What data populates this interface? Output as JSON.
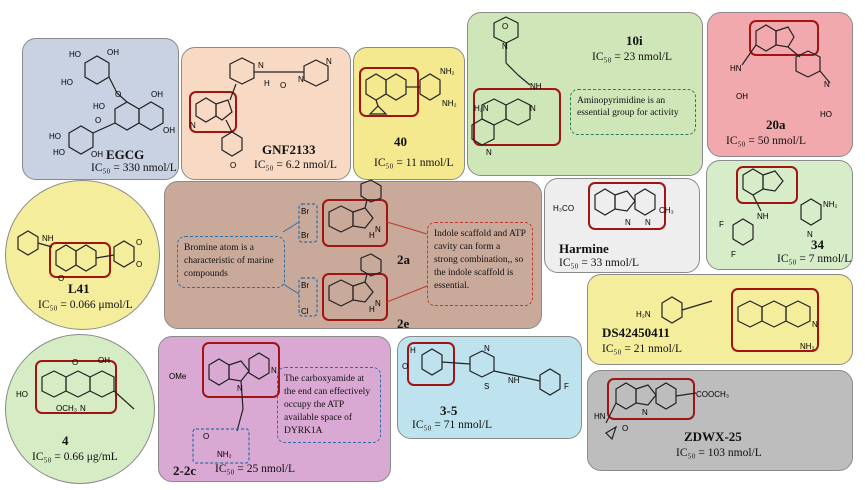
{
  "compounds": {
    "egcg": {
      "name": "EGCG",
      "ic50": "IC₅₀ = 330 nmol/L",
      "color": "#c8d2e3"
    },
    "gnf2133": {
      "name": "GNF2133",
      "ic50": "IC₅₀ = 6.2 nmol/L",
      "color": "#f7d9c4"
    },
    "c40": {
      "name": "40",
      "ic50": "IC₅₀ = 11 nmol/L",
      "color": "#f4e98f"
    },
    "i10": {
      "name": "10i",
      "ic50": "IC₅₀ = 23 nmol/L",
      "color": "#cfe6b8",
      "note": "Aminopyrimidine is an essential group for activity"
    },
    "a20": {
      "name": "20a",
      "ic50": "IC₅₀ = 50 nmol/L",
      "color": "#f2a9ae"
    },
    "l41": {
      "name": "L41",
      "ic50": "IC₅₀ = 0.066 μmol/L",
      "color": "#f4ee9c"
    },
    "bromo": {
      "label_2a": "2a",
      "label_2e": "2e",
      "color": "#c9a99a",
      "note_left": "Bromine atom is a characteristic of marine compounds",
      "note_right": "Indole scaffold and ATP cavity can form a strong combination,, so the indole scaffold is essential."
    },
    "harmine": {
      "name": "Harmine",
      "ic50": "IC₅₀ = 33 nmol/L",
      "color": "#eeeeee"
    },
    "c34": {
      "name": "34",
      "ic50": "IC₅₀ = 7 nmol/L",
      "color": "#d7ecc8"
    },
    "ds": {
      "name": "DS42450411",
      "ic50": "IC₅₀ = 21 nmol/L",
      "color": "#f4ee9c"
    },
    "c4": {
      "name": "4",
      "ic50": "IC₅₀ = 0.66 μg/mL",
      "color": "#d6ecc4"
    },
    "c2c": {
      "name": "2-2c",
      "ic50": "IC₅₀ = 25 nmol/L",
      "color": "#d9a8d3",
      "note": "The carboxyamide at the end can effectively occupy the ATP available space of DYRK1A"
    },
    "c35": {
      "name": "3-5",
      "ic50": "IC₅₀ = 71 nmol/L",
      "color": "#bfe3ee"
    },
    "zdwx": {
      "name": "ZDWX-25",
      "ic50": "IC₅₀ = 103 nmol/L",
      "color": "#bdbdbd"
    }
  },
  "atoms": {
    "ho": "HO",
    "oh": "OH",
    "nh": "NH",
    "nh2": "NH₂",
    "o": "O",
    "n": "N",
    "h": "H",
    "br": "Br",
    "cl": "Cl",
    "f": "F",
    "h2n": "H₂N",
    "h3co": "H₃CO",
    "ch3": "CH₃",
    "cooch3": "COOCH₃",
    "ome": "OMe",
    "s": "S"
  }
}
